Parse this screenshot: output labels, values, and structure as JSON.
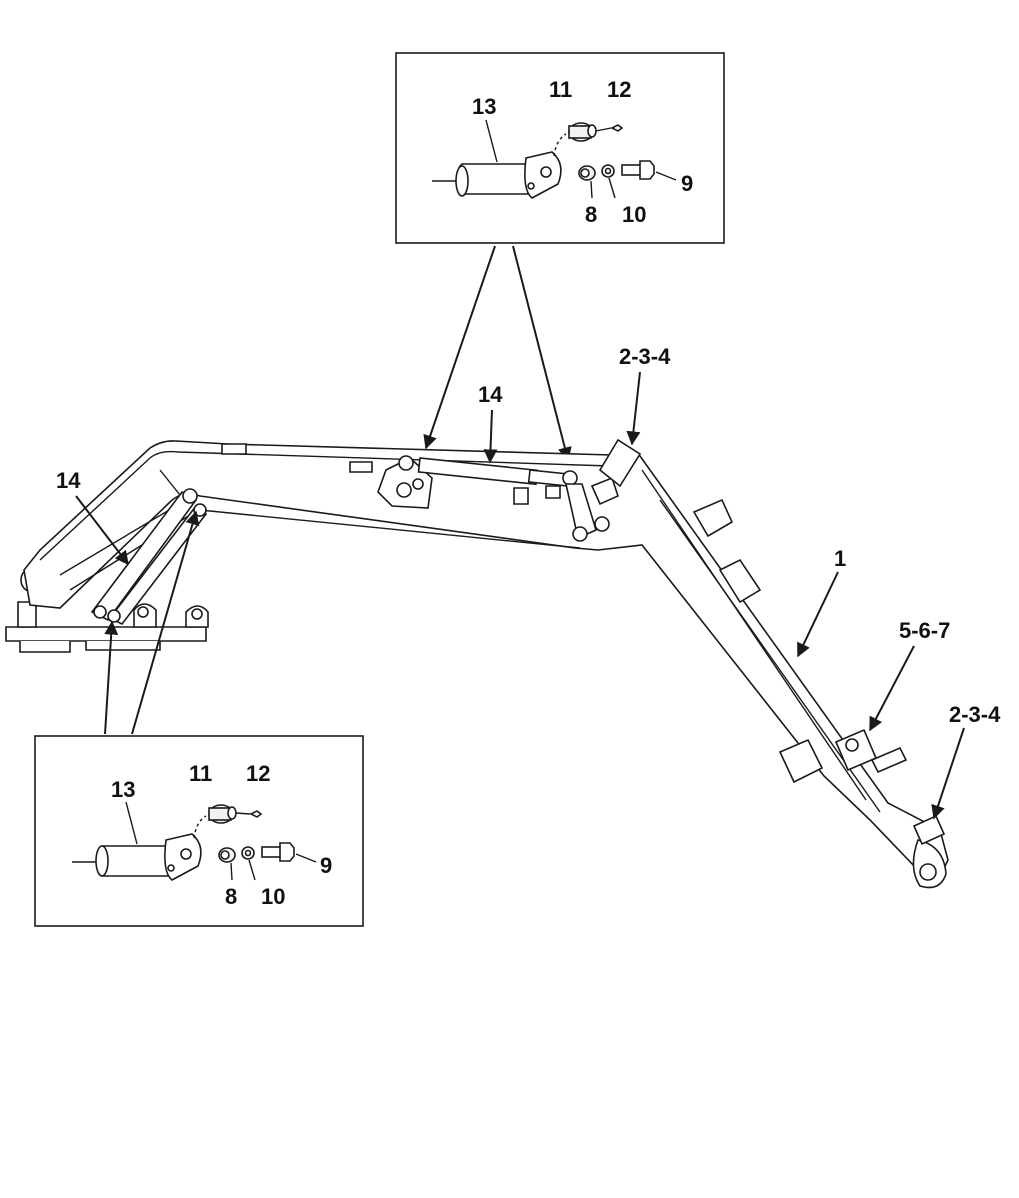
{
  "callouts": {
    "top_detail": {
      "part_13": "13",
      "part_11": "11",
      "part_12": "12",
      "part_9": "9",
      "part_8": "8",
      "part_10": "10"
    },
    "bottom_detail": {
      "part_13": "13",
      "part_11": "11",
      "part_12": "12",
      "part_9": "9",
      "part_8": "8",
      "part_10": "10"
    },
    "main": {
      "cylinder_upper": "14",
      "cylinder_lower": "14",
      "pivot_upper": "2-3-4",
      "dipper": "1",
      "wear_pads": "5-6-7",
      "pivot_lower": "2-3-4"
    }
  }
}
